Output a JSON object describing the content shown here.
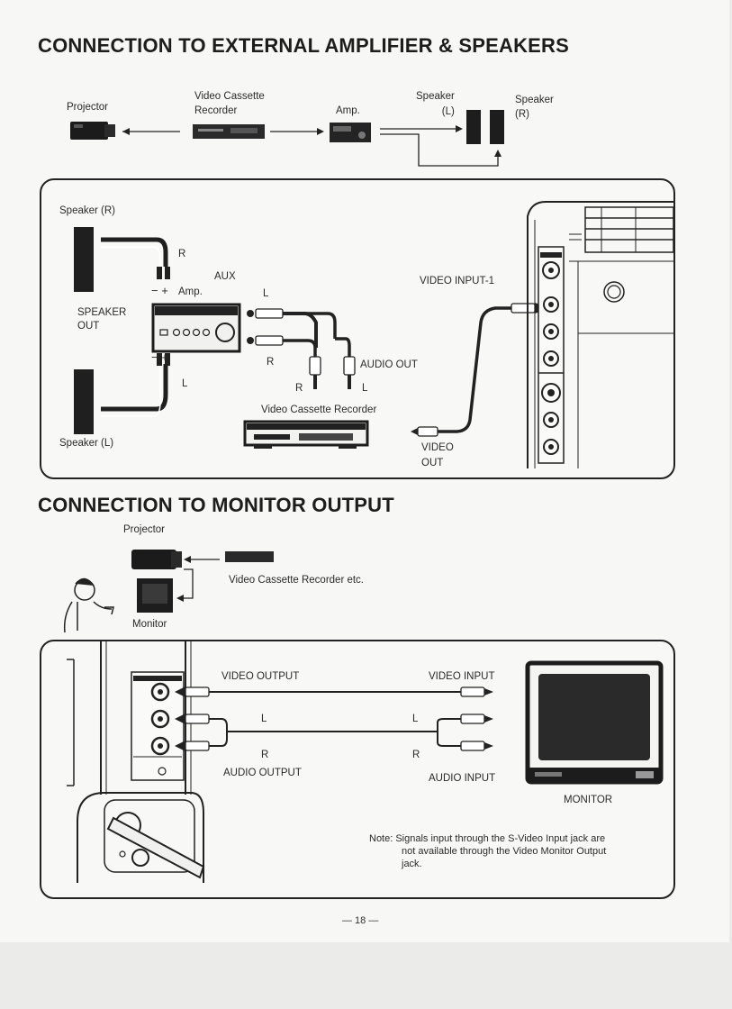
{
  "section1": {
    "title": "CONNECTION TO EXTERNAL AMPLIFIER & SPEAKERS",
    "flow": {
      "projector": "Projector",
      "vcr": "Video Cassette\nRecorder",
      "amp": "Amp.",
      "speaker_l": "Speaker\n(L)",
      "speaker_r": "Speaker\n(R)"
    },
    "panel": {
      "speaker_r": "Speaker (R)",
      "speaker_l": "Speaker (L)",
      "r_top": "R",
      "l_bottom": "L",
      "minus_plus_top": "− +",
      "minus_plus_bottom": "− +",
      "amp": "Amp.",
      "aux": "AUX",
      "speaker_out": "SPEAKER\nOUT",
      "aux_l": "L",
      "aux_r": "R",
      "audio_out": "AUDIO OUT",
      "rca_r": "R",
      "rca_l": "L",
      "vcr": "Video Cassette Recorder",
      "video_input_1": "VIDEO INPUT-1",
      "video_out": "VIDEO\nOUT"
    }
  },
  "section2": {
    "title": "CONNECTION TO MONITOR OUTPUT",
    "flow": {
      "projector": "Projector",
      "vcr": "Video Cassette Recorder etc.",
      "monitor": "Monitor"
    },
    "panel": {
      "video_output": "VIDEO OUTPUT",
      "video_input": "VIDEO INPUT",
      "l_left": "L",
      "r_left": "R",
      "l_right": "L",
      "r_right": "R",
      "audio_output": "AUDIO OUTPUT",
      "audio_input": "AUDIO INPUT",
      "monitor": "MONITOR",
      "note_line1": "Note: Signals input through the S-Video Input jack are",
      "note_line2": "not available through the Video Monitor Output",
      "note_line3": "jack."
    }
  },
  "footer": {
    "page_number": "— 18 —"
  }
}
